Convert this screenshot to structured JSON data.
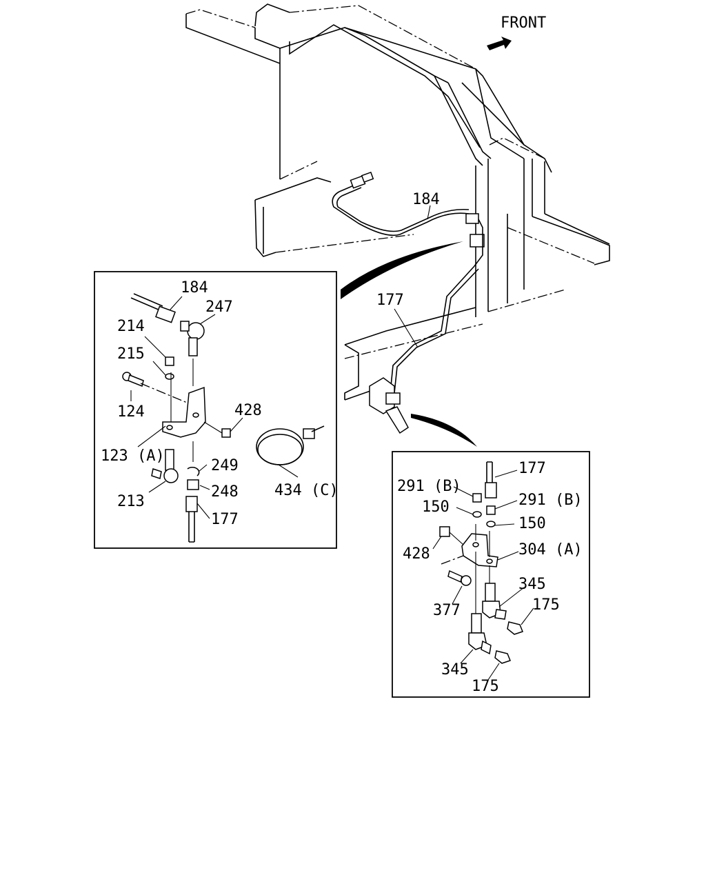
{
  "diagram": {
    "direction_label": "FRONT",
    "main_view": {
      "callouts": [
        "184",
        "177"
      ]
    },
    "detail_left": {
      "callouts": [
        "184",
        "247",
        "214",
        "215",
        "124",
        "428",
        "123 (A)",
        "249",
        "248",
        "213",
        "177",
        "434 (C)"
      ]
    },
    "detail_right": {
      "callouts": [
        "177",
        "291 (B)",
        "291 (B)",
        "150",
        "150",
        "428",
        "304 (A)",
        "377",
        "345",
        "175",
        "345",
        "175"
      ]
    }
  }
}
